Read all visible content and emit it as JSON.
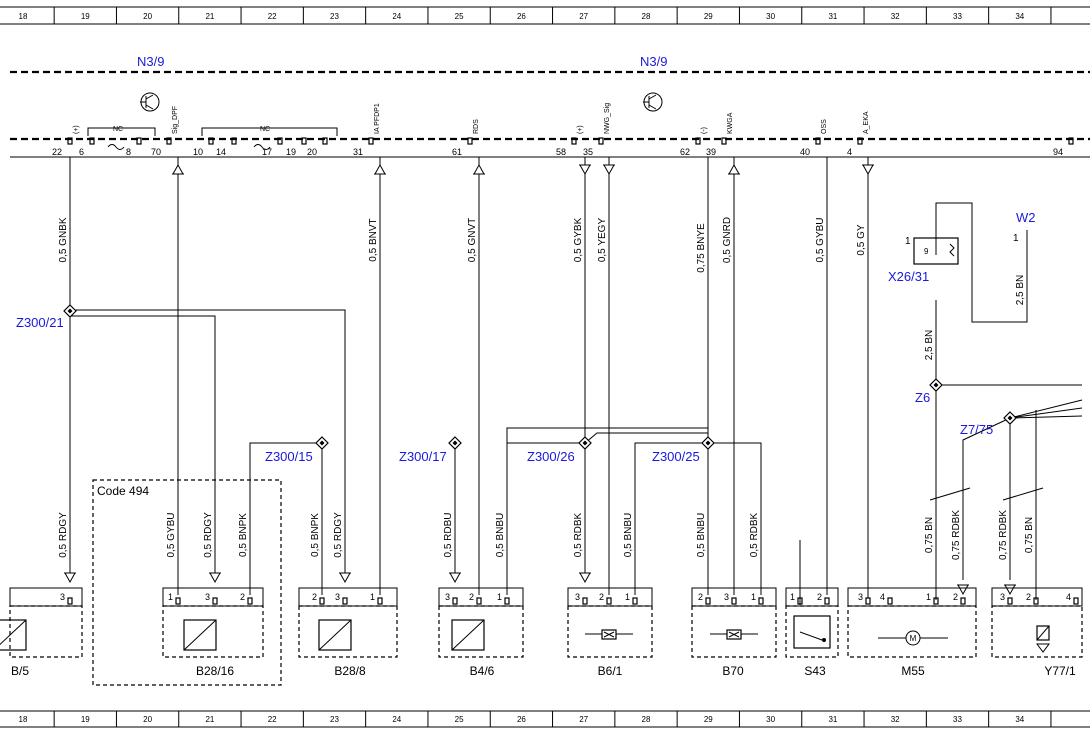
{
  "ruler_numbers": [
    "18",
    "19",
    "20",
    "21",
    "22",
    "23",
    "24",
    "25",
    "26",
    "27",
    "28",
    "29",
    "30",
    "31",
    "32",
    "33",
    "34"
  ],
  "modules": [
    {
      "label": "N3/9"
    },
    {
      "label": "N3/9"
    }
  ],
  "top_pins": [
    {
      "num": "22",
      "tag": "(+)"
    },
    {
      "num": "6",
      "tag": ""
    },
    {
      "num": "8",
      "tag": ""
    },
    {
      "num": "70",
      "tag": "Sig_DPF"
    },
    {
      "num": "10",
      "tag": ""
    },
    {
      "num": "14",
      "tag": ""
    },
    {
      "num": "17",
      "tag": ""
    },
    {
      "num": "19",
      "tag": ""
    },
    {
      "num": "20",
      "tag": ""
    },
    {
      "num": "31",
      "tag": "IA PFDP1"
    },
    {
      "num": "61",
      "tag": "RDS"
    },
    {
      "num": "58",
      "tag": "(+)"
    },
    {
      "num": "35",
      "tag": "NWG_Sig"
    },
    {
      "num": "62",
      "tag": "(-)"
    },
    {
      "num": "39",
      "tag": "KWGA"
    },
    {
      "num": "40",
      "tag": "OSS"
    },
    {
      "num": "4",
      "tag": "A_EKA"
    },
    {
      "num": "94",
      "tag": ""
    }
  ],
  "nc_labels": [
    "NC",
    "NC"
  ],
  "wires_upper": [
    {
      "label": "0,5 GNBK"
    },
    {
      "label": "0,5 BNVT"
    },
    {
      "label": "0,5 GNVT"
    },
    {
      "label": "0,5 GYBK"
    },
    {
      "label": "0,5 YEGY"
    },
    {
      "label": "0,75 BNYE"
    },
    {
      "label": "0,5 GNRD"
    },
    {
      "label": "0,5 GYBU"
    },
    {
      "label": "0,5 GY"
    },
    {
      "label": "2,5 BN"
    },
    {
      "label": "2,5 BN"
    }
  ],
  "wires_lower": [
    {
      "label": "0,5 RDGY"
    },
    {
      "label": "0,5 GYBU"
    },
    {
      "label": "0,5 RDGY"
    },
    {
      "label": "0,5 BNPK"
    },
    {
      "label": "0,5 BNPK"
    },
    {
      "label": "0,5 RDGY"
    },
    {
      "label": "0,5 RDBU"
    },
    {
      "label": "0,5 BNBU"
    },
    {
      "label": "0,5 RDBK"
    },
    {
      "label": "0,5 BNBU"
    },
    {
      "label": "0,5 BNBU"
    },
    {
      "label": "0,5 RDBK"
    },
    {
      "label": "0,75 BN"
    },
    {
      "label": "0,75 RDBK"
    },
    {
      "label": "0,75 RDBK"
    },
    {
      "label": "0,75 BN"
    }
  ],
  "splices": [
    {
      "label": "Z300/21"
    },
    {
      "label": "Z300/15"
    },
    {
      "label": "Z300/17"
    },
    {
      "label": "Z300/26"
    },
    {
      "label": "Z300/25"
    },
    {
      "label": "Z6"
    },
    {
      "label": "Z7/75"
    },
    {
      "label": "X26/31"
    },
    {
      "label": "W2"
    }
  ],
  "code_label": "Code 494",
  "components": [
    {
      "label": "B/5"
    },
    {
      "label": "B28/16"
    },
    {
      "label": "B28/8"
    },
    {
      "label": "B4/6"
    },
    {
      "label": "B6/1"
    },
    {
      "label": "B70"
    },
    {
      "label": "S43"
    },
    {
      "label": "M55"
    },
    {
      "label": "Y77/1"
    }
  ],
  "colors": {
    "splice_label": "#1a1adc",
    "line": "#000000"
  }
}
